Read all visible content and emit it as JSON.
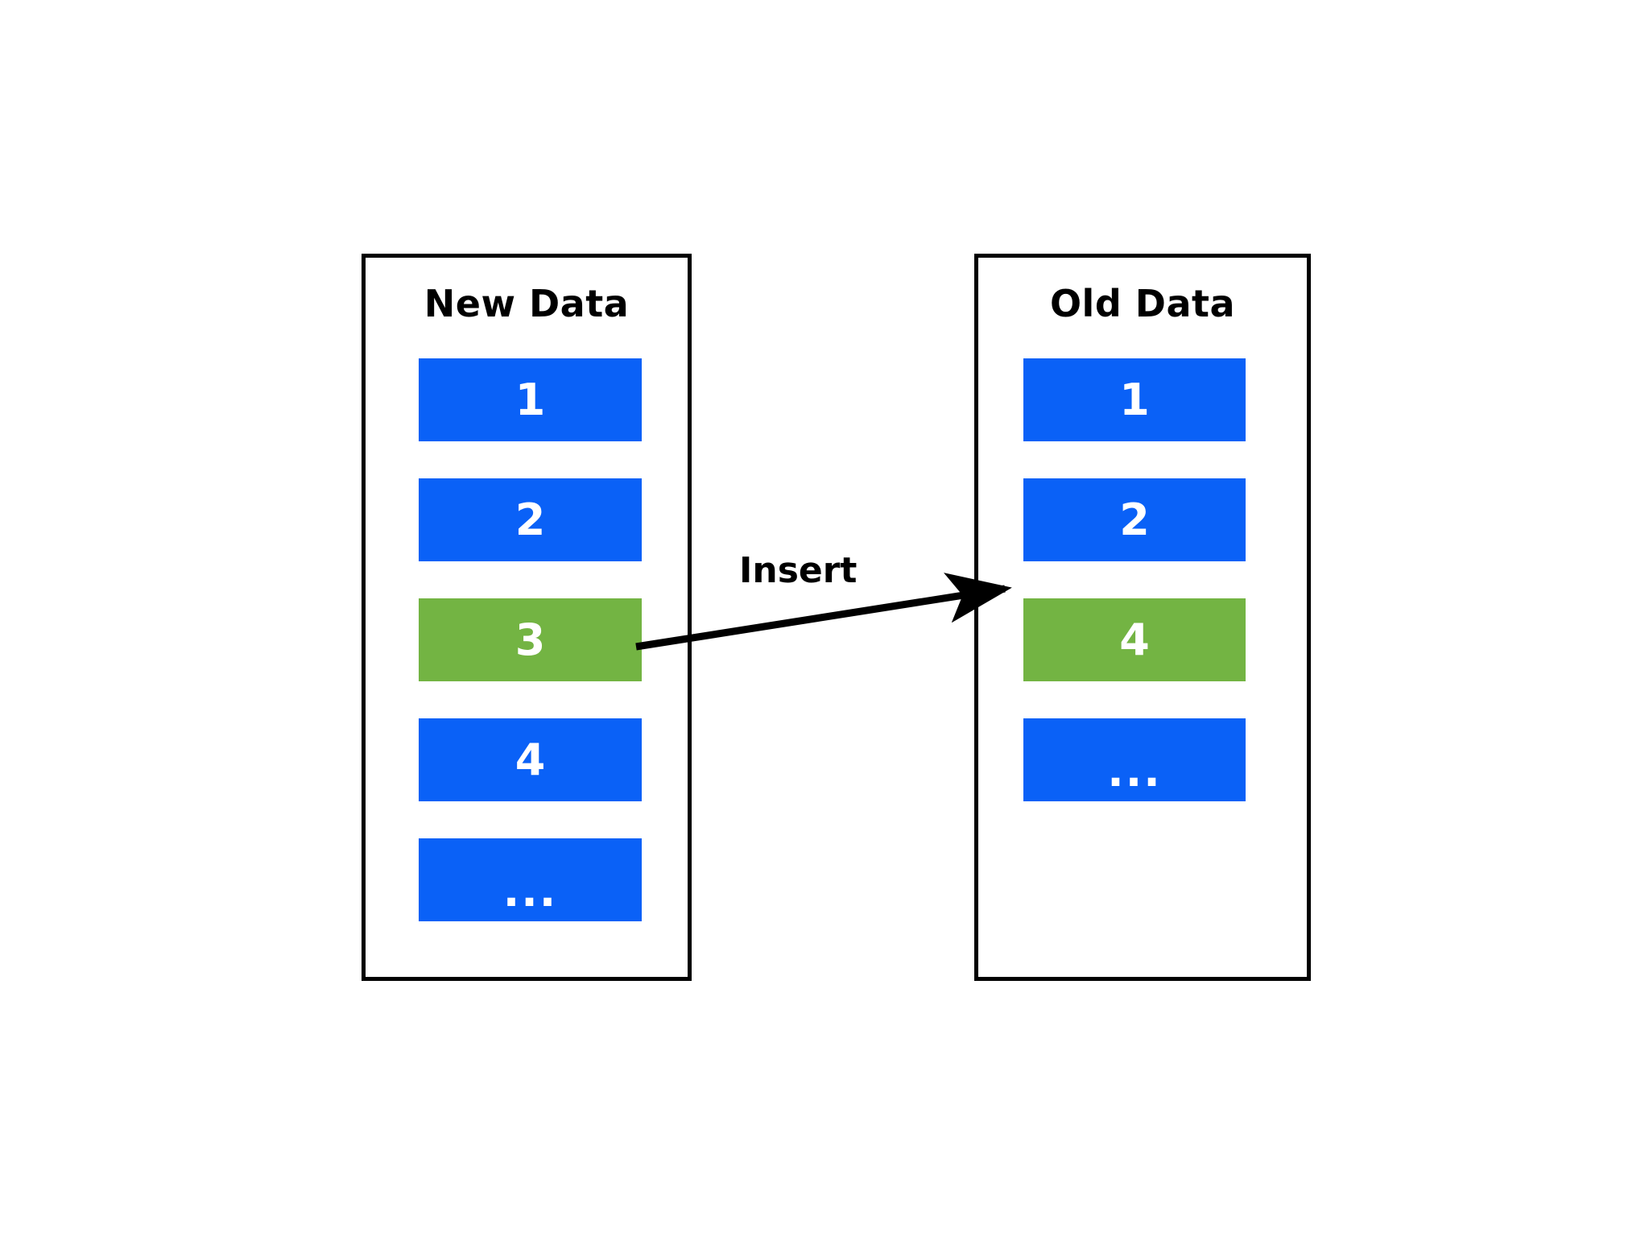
{
  "diagram": {
    "title_left": "New Data",
    "title_right": "Old Data",
    "arrow_label": "Insert",
    "background_color": "#ffffff",
    "border_color": "#000000",
    "blue": "#0a61f7",
    "green": "#73b443",
    "text_color": "#ffffff"
  },
  "panels": [
    {
      "id": "new-data",
      "title": "New Data",
      "cells": [
        {
          "label": "1",
          "color": "blue"
        },
        {
          "label": "2",
          "color": "blue"
        },
        {
          "label": "3",
          "color": "green"
        },
        {
          "label": "4",
          "color": "blue"
        },
        {
          "label": "...",
          "color": "blue"
        }
      ]
    },
    {
      "id": "old-data",
      "title": "Old Data",
      "cells": [
        {
          "label": "1",
          "color": "blue"
        },
        {
          "label": "2",
          "color": "blue"
        },
        {
          "label": "4",
          "color": "green"
        },
        {
          "label": "...",
          "color": "blue"
        }
      ]
    }
  ],
  "arrow": {
    "label": "Insert",
    "from": "new-data cell 3",
    "to": "old-data cell 4"
  }
}
